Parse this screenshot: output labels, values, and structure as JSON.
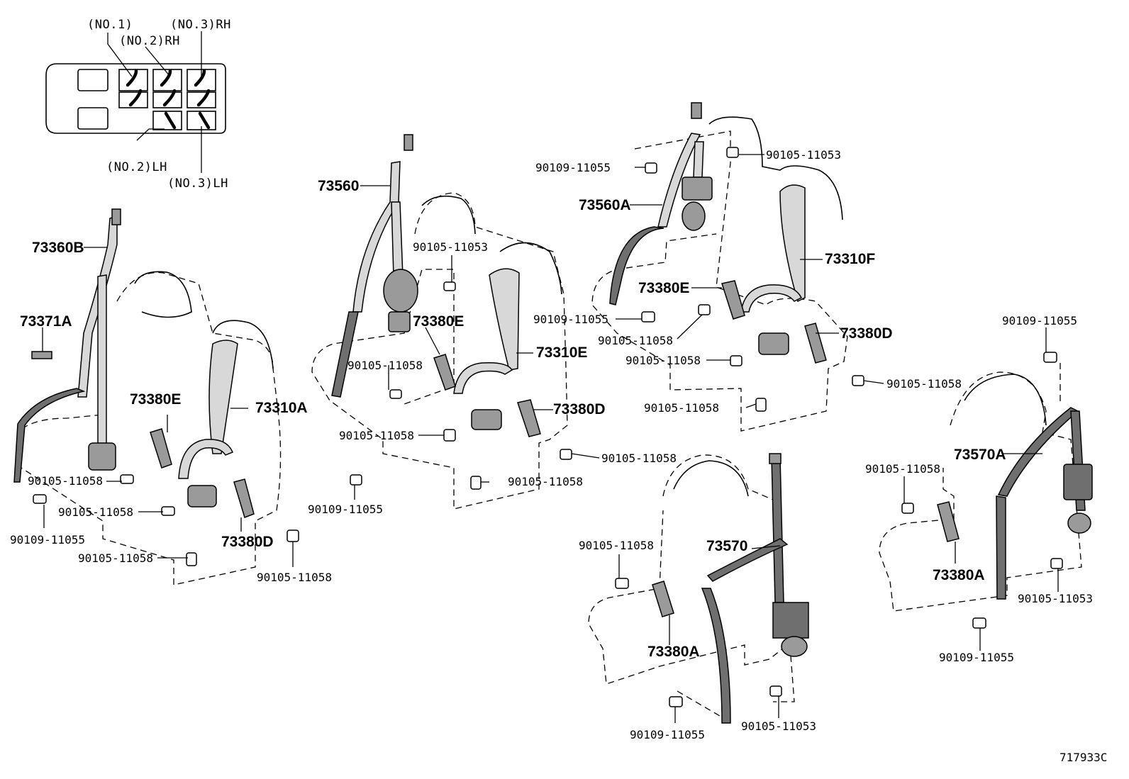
{
  "seat_positions": {
    "no1": "(NO.1)",
    "no2_rh": "(NO.2)RH",
    "no3_rh": "(NO.3)RH",
    "no2_lh": "(NO.2)LH",
    "no3_lh": "(NO.3)LH"
  },
  "labels": {
    "p73360B": "73360B",
    "p73371A": "73371A",
    "p73380E_a": "73380E",
    "p73310A": "73310A",
    "p73380D_a": "73380D",
    "b11058_a1": "90105-11058",
    "b11058_a2": "90105-11058",
    "b11058_a3": "90105-11058",
    "b11058_a4": "90105-11058",
    "b11055_a": "90109-11055",
    "p73560": "73560",
    "b11053_b": "90105-11053",
    "p73380E_b": "73380E",
    "p73310E": "73310E",
    "p73380D_b": "73380D",
    "b11058_b1": "90105-11058",
    "b11058_b2": "90105-11058",
    "b11058_b3": "90105-11058",
    "b11058_b4": "90105-11058",
    "b11055_b": "90109-11055",
    "b11055_c1": "90109-11055",
    "b11053_c": "90105-11053",
    "p73560A": "73560A",
    "p73310F": "73310F",
    "p73380E_c": "73380E",
    "b11055_c2": "90109-11055",
    "b11058_c1": "90105-11058",
    "p73380D_c": "73380D",
    "b11058_c2": "90105-11058",
    "b11058_c3": "90105-11058",
    "b11058_c4": "90105-11058",
    "b11055_d1": "90109-11055",
    "p73570A": "73570A",
    "b11058_d": "90105-11058",
    "p73380A_d": "73380A",
    "b11053_d": "90105-11053",
    "b11055_d2": "90109-11055",
    "b11058_e": "90105-11058",
    "p73570": "73570",
    "p73380A_e": "73380A",
    "b11055_e": "90109-11055",
    "b11053_e": "90105-11053"
  },
  "reference": "717933C"
}
